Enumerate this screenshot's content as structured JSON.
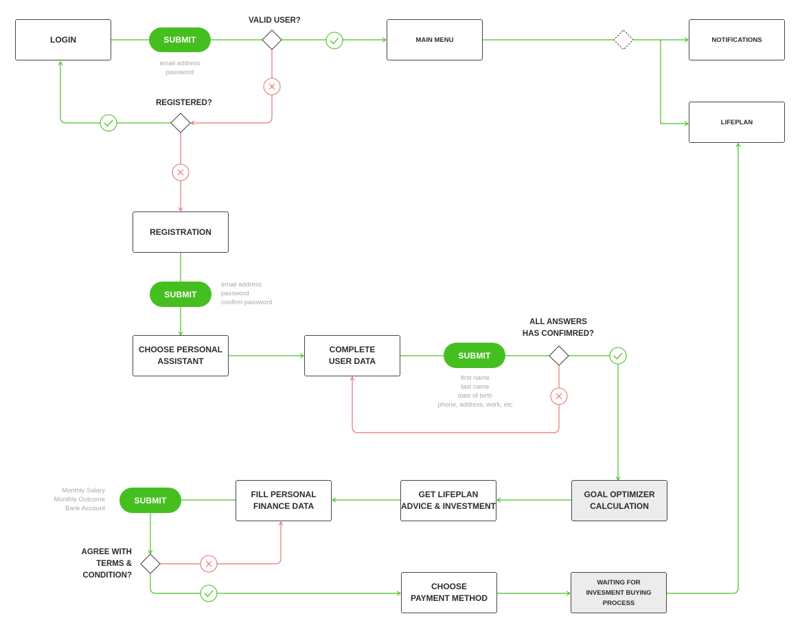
{
  "colors": {
    "accent": "#45bf20",
    "error": "#e57373",
    "stroke": "#444444",
    "muted": "#a8a8a8",
    "gray_box": "#ececec"
  },
  "nodes": {
    "login": "LOGIN",
    "main_menu": "MAIN MENU",
    "notifications": "NOTIFICATIONS",
    "lifeplan": "LIFEPLAN",
    "registration": "REGISTRATION",
    "choose_assistant": "CHOOSE PERSONAL\nASSISTANT",
    "complete_user_data": "COMPLETE\nUSER DATA",
    "goal_optimizer": "GOAL OPTIMIZER\nCALCULATION",
    "get_lifeplan": "GET LIFEPLAN\nADVICE & INVESTMENT",
    "fill_finance": "FILL PERSONAL\nFINANCE DATA",
    "choose_payment": "CHOOSE\nPAYMENT METHOD",
    "waiting": "WAITING FOR\nINVESMENT BUYING\nPROCESS"
  },
  "buttons": {
    "submit_login": "SUBMIT",
    "submit_registration": "SUBMIT",
    "submit_user_data": "SUBMIT",
    "submit_finance": "SUBMIT"
  },
  "decisions": {
    "valid_user": "VALID USER?",
    "registered": "REGISTERED?",
    "all_answers": "ALL ANSWERS\nHAS CONFIMRED?",
    "agree_terms": "AGREE WITH\nTERMS &\nCONDITION?"
  },
  "notes": {
    "login_fields": "email address\npassword",
    "registration_fields": "email address\npassword\nconfirm password",
    "user_data_fields": "first name\nlast name\ndate of birth\nphone, address, work, etc",
    "finance_fields": "Monthly Salary\nMonthly Outcome\nBank Account"
  }
}
